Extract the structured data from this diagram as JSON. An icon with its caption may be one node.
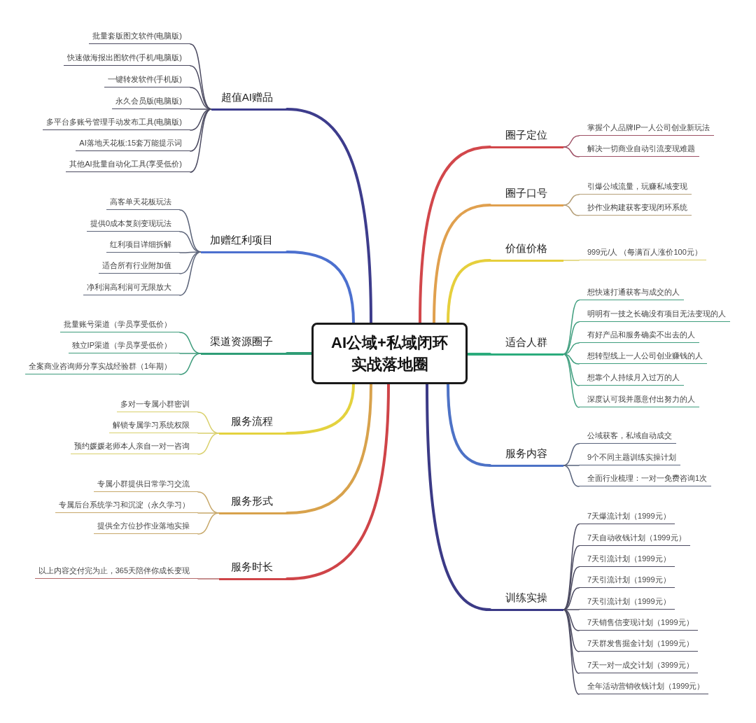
{
  "diagram": {
    "nodes": [
      {
        "text": [
          "AI公域+私域闭环实战落地圈"
        ]
      },
      {
        "text": [
          "圈子定位"
        ]
      },
      {
        "text": [
          "掌握个人品牌IP一人公司创业新玩法"
        ]
      },
      {
        "text": [
          "解决一切商业自动引流变现难题"
        ]
      },
      {
        "text": [
          "圈子口号"
        ]
      },
      {
        "text": [
          "引爆公域流量，玩赚私域变现"
        ]
      },
      {
        "text": [
          "抄作业构建获客变现闭环系统"
        ]
      },
      {
        "text": [
          "价值价格"
        ]
      },
      {
        "text": [
          "999元/人 （每满百人涨价100元）"
        ]
      },
      {
        "text": [
          "适合人群"
        ]
      },
      {
        "text": [
          "想快速打通获客与成交的人"
        ]
      },
      {
        "text": [
          "明明有一技之长确没有项目无法变现的人"
        ]
      },
      {
        "text": [
          "有好产品和服务确卖不出去的人"
        ]
      },
      {
        "text": [
          "想转型线上一人公司创业赚钱的人"
        ]
      },
      {
        "text": [
          "想靠个人持续月入过万的人"
        ]
      },
      {
        "text": [
          "深度认可我并愿意付出努力的人"
        ]
      },
      {
        "text": [
          "服务内容"
        ]
      },
      {
        "text": [
          "公域获客，私域自动成交"
        ]
      },
      {
        "text": [
          "9个不同主题训练实操计划"
        ]
      },
      {
        "text": [
          "全面行业梳理：一对一免费咨询1次"
        ]
      },
      {
        "text": [
          "训练实操"
        ]
      },
      {
        "text": [
          "7天爆流计划（1999元）"
        ]
      },
      {
        "text": [
          "7天自动收钱计划（1999元）"
        ]
      },
      {
        "text": [
          "7天引流计划（1999元）"
        ]
      },
      {
        "text": [
          "7天引流计划（1999元）"
        ]
      },
      {
        "text": [
          "7天引流计划（1999元）"
        ]
      },
      {
        "text": [
          "7天销售信变现计划（1999元）"
        ]
      },
      {
        "text": [
          "7天群发售掘金计划（1999元）"
        ]
      },
      {
        "text": [
          "7天一对一成交计划（3999元）"
        ]
      },
      {
        "text": [
          "全年活动营销收钱计划（1999元）"
        ]
      },
      {
        "text": [
          "超值AI赠品"
        ]
      },
      {
        "text": [
          "批量套版图文软件(电脑版)"
        ]
      },
      {
        "text": [
          "快速做海报出图软件(手机/电脑版)"
        ]
      },
      {
        "text": [
          "一键转发软件(手机版)"
        ]
      },
      {
        "text": [
          "永久会员版(电脑版)"
        ]
      },
      {
        "text": [
          "多平台多账号管理手动发布工具(电脑版)"
        ]
      },
      {
        "text": [
          "AI落地天花板:15套万能提示词"
        ]
      },
      {
        "text": [
          "其他AI批量自动化工具(享受低价)"
        ]
      },
      {
        "text": [
          "加赠红利项目"
        ]
      },
      {
        "text": [
          "高客单天花板玩法"
        ]
      },
      {
        "text": [
          "提供0成本复刻变现玩法"
        ]
      },
      {
        "text": [
          "红利项目详细拆解"
        ]
      },
      {
        "text": [
          "适合所有行业附加值"
        ]
      },
      {
        "text": [
          "净利润高利润可无限放大"
        ]
      },
      {
        "text": [
          "渠道资源圈子"
        ]
      },
      {
        "text": [
          "批量账号渠道（学员享受低价）"
        ]
      },
      {
        "text": [
          "独立IP渠道（学员享受低价）"
        ]
      },
      {
        "text": [
          "全案商业咨询师分享实战经验群（1年期）"
        ]
      },
      {
        "text": [
          "服务流程"
        ]
      },
      {
        "text": [
          "多对一专属小群密训"
        ]
      },
      {
        "text": [
          "解锁专属学习系统权限"
        ]
      },
      {
        "text": [
          "预约媛媛老师本人亲自一对一咨询"
        ]
      },
      {
        "text": [
          "服务形式"
        ]
      },
      {
        "text": [
          "专属小群提供日常学习交流"
        ]
      },
      {
        "text": [
          "专属后台系统学习和沉淀（永久学习）"
        ]
      },
      {
        "text": [
          "提供全方位抄作业落地实操"
        ]
      },
      {
        "text": [
          "服务时长"
        ]
      },
      {
        "text": [
          "以上内容交付完为止，365天陪伴你成长变现"
        ]
      }
    ],
    "edges": [
      {
        "from": 0,
        "to": 1,
        "arrow": "none",
        "style": "thick",
        "color": "#d2474b"
      },
      {
        "from": 1,
        "to": 2,
        "arrow": "none",
        "color": "#9e5166"
      },
      {
        "from": 1,
        "to": 3,
        "arrow": "none",
        "color": "#9e5166"
      },
      {
        "from": 0,
        "to": 4,
        "arrow": "none",
        "style": "thick",
        "color": "#e0a04e"
      },
      {
        "from": 4,
        "to": 5,
        "arrow": "none",
        "color": "#b6a07a"
      },
      {
        "from": 4,
        "to": 6,
        "arrow": "none",
        "color": "#b6a07a"
      },
      {
        "from": 0,
        "to": 7,
        "arrow": "none",
        "style": "thick",
        "color": "#e6cf3c"
      },
      {
        "from": 7,
        "to": 8,
        "arrow": "none",
        "color": "#ddd06a"
      },
      {
        "from": 0,
        "to": 9,
        "arrow": "none",
        "style": "thick",
        "color": "#2bab7c"
      },
      {
        "from": 9,
        "to": 10,
        "arrow": "none",
        "color": "#3f9e7e"
      },
      {
        "from": 9,
        "to": 11,
        "arrow": "none",
        "color": "#3f9e7e"
      },
      {
        "from": 9,
        "to": 12,
        "arrow": "none",
        "color": "#3f9e7e"
      },
      {
        "from": 9,
        "to": 13,
        "arrow": "none",
        "color": "#3f9e7e"
      },
      {
        "from": 9,
        "to": 14,
        "arrow": "none",
        "color": "#3f9e7e"
      },
      {
        "from": 9,
        "to": 15,
        "arrow": "none",
        "color": "#3f9e7e"
      },
      {
        "from": 0,
        "to": 16,
        "arrow": "none",
        "style": "thick",
        "color": "#4d72c6"
      },
      {
        "from": 16,
        "to": 17,
        "arrow": "none",
        "color": "#58637c"
      },
      {
        "from": 16,
        "to": 18,
        "arrow": "none",
        "color": "#58637c"
      },
      {
        "from": 16,
        "to": 19,
        "arrow": "none",
        "color": "#58637c"
      },
      {
        "from": 0,
        "to": 20,
        "arrow": "none",
        "style": "thick",
        "color": "#3b3a86"
      },
      {
        "from": 20,
        "to": 21,
        "arrow": "none"
      },
      {
        "from": 20,
        "to": 22,
        "arrow": "none"
      },
      {
        "from": 20,
        "to": 23,
        "arrow": "none"
      },
      {
        "from": 20,
        "to": 24,
        "arrow": "none"
      },
      {
        "from": 20,
        "to": 25,
        "arrow": "none"
      },
      {
        "from": 20,
        "to": 26,
        "arrow": "none"
      },
      {
        "from": 20,
        "to": 27,
        "arrow": "none"
      },
      {
        "from": 20,
        "to": 28,
        "arrow": "none"
      },
      {
        "from": 20,
        "to": 29,
        "arrow": "none"
      },
      {
        "from": 0,
        "to": 30,
        "arrow": "none",
        "style": "thick",
        "color": "#3d3c8c"
      },
      {
        "from": 30,
        "to": 31,
        "arrow": "none"
      },
      {
        "from": 30,
        "to": 32,
        "arrow": "none"
      },
      {
        "from": 30,
        "to": 33,
        "arrow": "none"
      },
      {
        "from": 30,
        "to": 34,
        "arrow": "none"
      },
      {
        "from": 30,
        "to": 35,
        "arrow": "none"
      },
      {
        "from": 30,
        "to": 36,
        "arrow": "none"
      },
      {
        "from": 30,
        "to": 37,
        "arrow": "none"
      },
      {
        "from": 0,
        "to": 38,
        "arrow": "none",
        "style": "thick",
        "color": "#4c70cf"
      },
      {
        "from": 38,
        "to": 39,
        "arrow": "none",
        "color": "#5c6479"
      },
      {
        "from": 38,
        "to": 40,
        "arrow": "none",
        "color": "#5c6479"
      },
      {
        "from": 38,
        "to": 41,
        "arrow": "none",
        "color": "#5c6479"
      },
      {
        "from": 38,
        "to": 42,
        "arrow": "none",
        "color": "#5c6479"
      },
      {
        "from": 38,
        "to": 43,
        "arrow": "none",
        "color": "#5c6479"
      },
      {
        "from": 0,
        "to": 44,
        "arrow": "none",
        "style": "thick",
        "color": "#2f9d76"
      },
      {
        "from": 44,
        "to": 45,
        "arrow": "none",
        "color": "#3d9b7b"
      },
      {
        "from": 44,
        "to": 46,
        "arrow": "none",
        "color": "#3d9b7b"
      },
      {
        "from": 44,
        "to": 47,
        "arrow": "none",
        "color": "#3d9b7b"
      },
      {
        "from": 0,
        "to": 48,
        "arrow": "none",
        "style": "thick",
        "color": "#e4d23e"
      },
      {
        "from": 48,
        "to": 49,
        "arrow": "none",
        "color": "#d9d06c"
      },
      {
        "from": 48,
        "to": 50,
        "arrow": "none",
        "color": "#d9d06c"
      },
      {
        "from": 48,
        "to": 51,
        "arrow": "none",
        "color": "#d9d06c"
      },
      {
        "from": 0,
        "to": 52,
        "arrow": "none",
        "style": "thick",
        "color": "#d8a24c"
      },
      {
        "from": 52,
        "to": 53,
        "arrow": "none",
        "color": "#c7a86a"
      },
      {
        "from": 52,
        "to": 54,
        "arrow": "none",
        "color": "#c7a86a"
      },
      {
        "from": 52,
        "to": 55,
        "arrow": "none",
        "color": "#c7a86a"
      },
      {
        "from": 0,
        "to": 56,
        "arrow": "none",
        "style": "thick",
        "color": "#cf4448"
      },
      {
        "from": 56,
        "to": 57,
        "arrow": "none",
        "color": "#b46a6a"
      }
    ]
  }
}
